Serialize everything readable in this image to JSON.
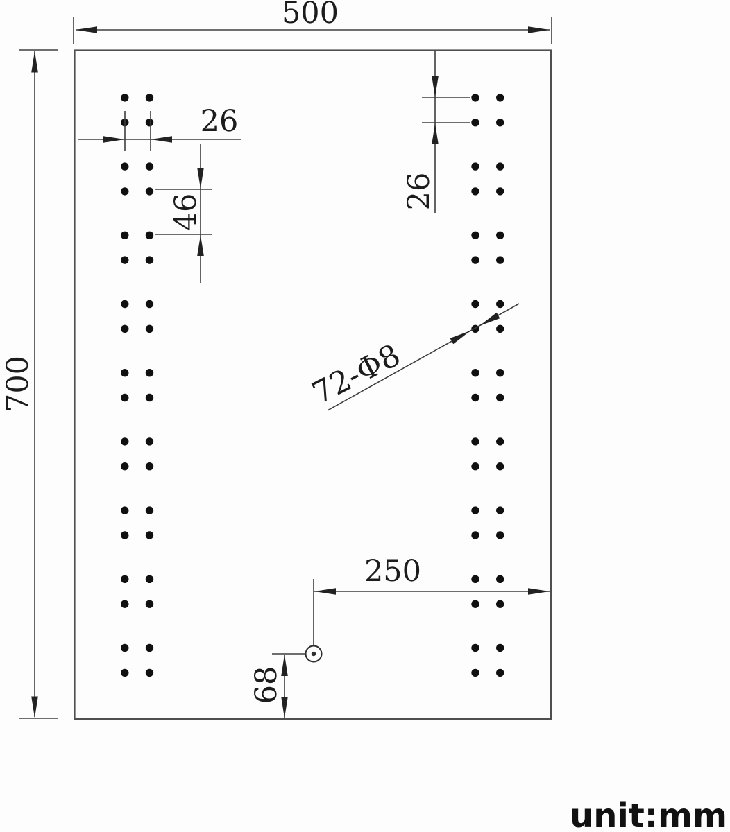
{
  "drawing": {
    "unit_note": "unit:mm",
    "dims": {
      "width": "500",
      "height": "700",
      "hole_col_spacing": "26",
      "hole_row_gap": "46",
      "hole_row_spacing": "26",
      "datum_offset_x": "250",
      "datum_offset_y": "68",
      "hole_callout": "72-Φ8"
    },
    "holes": {
      "count": 72,
      "diameter_mm": 8,
      "columns_mm": [
        53,
        79,
        421,
        447
      ],
      "row_start_mm": 50,
      "row_pairs": 9,
      "pair_pitch_mm": 72,
      "intra_pair_mm": 26
    }
  }
}
